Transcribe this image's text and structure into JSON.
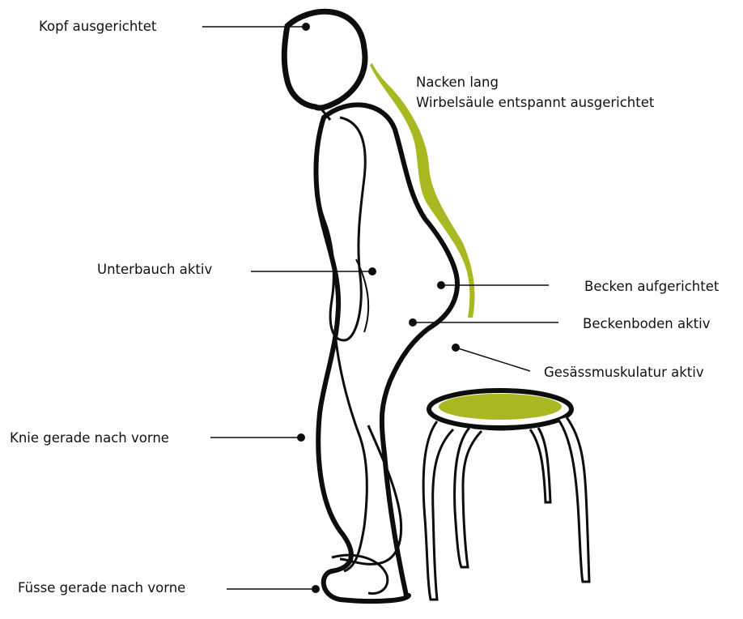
{
  "colors": {
    "accent": "#a8b820",
    "ink": "#0d0d0d"
  },
  "labels": {
    "head": "Kopf ausgerichtet",
    "neck_line1": "Nacken lang",
    "neck_line2": "Wirbelsäule entspannt ausgerichtet",
    "lower_abdomen": "Unterbauch aktiv",
    "pelvis": "Becken aufgerichtet",
    "pelvic_floor": "Beckenboden aktiv",
    "glutes": "Gesässmuskulatur aktiv",
    "knees": "Knie gerade nach vorne",
    "feet": "Füsse gerade nach vorne"
  }
}
